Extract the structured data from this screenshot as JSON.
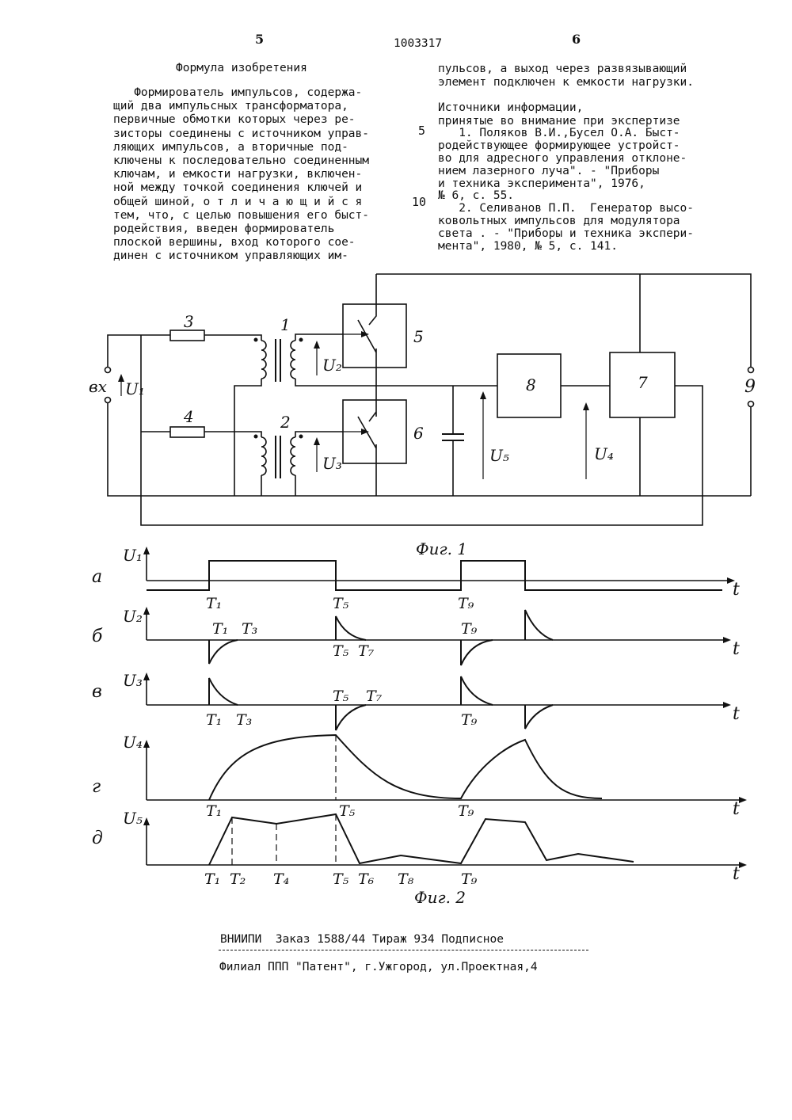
{
  "header": {
    "page_left": "5",
    "patent_number": "1003317",
    "page_right": "6"
  },
  "left_column": {
    "heading": "Формула изобретения",
    "lines": [
      "   Формирователь импульсов, содержа-",
      "щий два импульсных трансформатора,",
      "первичные обмотки которых через ре-",
      "зисторы соединены с источником управ-",
      "ляющих импульсов, а вторичные под-",
      "ключены к последовательно соединенным",
      "ключам, и емкости нагрузки, включен-",
      "ной между точкой соединения ключей и",
      "общей шиной, о т л и ч а ю щ и й с я",
      "тем, что, с целью повышения его быст-",
      "родействия, введен формирователь",
      "плоской вершины, вход которого сое-",
      "динен с источником управляющих им-"
    ]
  },
  "line_numbers": [
    "5",
    "10"
  ],
  "right_column": {
    "continuation_lines": [
      "пульсов, а выход через развязывающий",
      "элемент подключен к емкости нагрузки."
    ],
    "sources_heading": [
      "Источники информации,",
      "принятые во внимание при экспертизе"
    ],
    "sources_lines": [
      "   1. Поляков В.И.,Бусел О.А. Быст-",
      "родействующее формирующее устройст-",
      "во для адресного управления отклоне-",
      "нием лазерного луча\". - \"Приборы",
      "и техника эксперимента\", 1976,",
      "№ 6, с. 55.",
      "   2. Селиванов П.П.  Генератор высо-",
      "ковольтных импульсов для модулятора",
      "света . - \"Приборы и техника экспери-",
      "мента\", 1980, № 5, с. 141."
    ]
  },
  "fig1": {
    "caption": "Фиг. 1",
    "labels": {
      "r3": "3",
      "r4": "4",
      "t1": "1",
      "t2": "2",
      "k5": "5",
      "k6": "6",
      "b8": "8",
      "b7": "7",
      "out9": "9",
      "input": "вх",
      "u1": "U₁",
      "u2": "U₂",
      "u3": "U₃",
      "u4": "U₄",
      "u5": "U₅"
    }
  },
  "fig2": {
    "caption": "Фиг. 2",
    "rows": [
      {
        "letter": "а",
        "signal": "U₁",
        "ticks": [
          "T₁",
          "T₅",
          "T₉"
        ]
      },
      {
        "letter": "б",
        "signal": "U₂",
        "ticks": [
          "T₁",
          "T₃",
          "T₅",
          "T₇",
          "T₉"
        ]
      },
      {
        "letter": "в",
        "signal": "U₃",
        "ticks": [
          "T₁",
          "T₃",
          "T₅",
          "T₇",
          "T₉"
        ]
      },
      {
        "letter": "г",
        "signal": "U₄",
        "ticks": [
          "T₁",
          "T₅",
          "T₉"
        ]
      },
      {
        "letter": "д",
        "signal": "U₅",
        "ticks": [
          "T₁",
          "T₂",
          "T₄",
          "T₅",
          "T₆",
          "T₈",
          "T₉"
        ]
      }
    ],
    "axis_label": "t"
  },
  "footer": {
    "line1": "ВНИИПИ  Заказ 1588/44 Тираж 934 Подписное",
    "line2": "Филиал ППП \"Патент\", г.Ужгород, ул.Проектная,4"
  }
}
